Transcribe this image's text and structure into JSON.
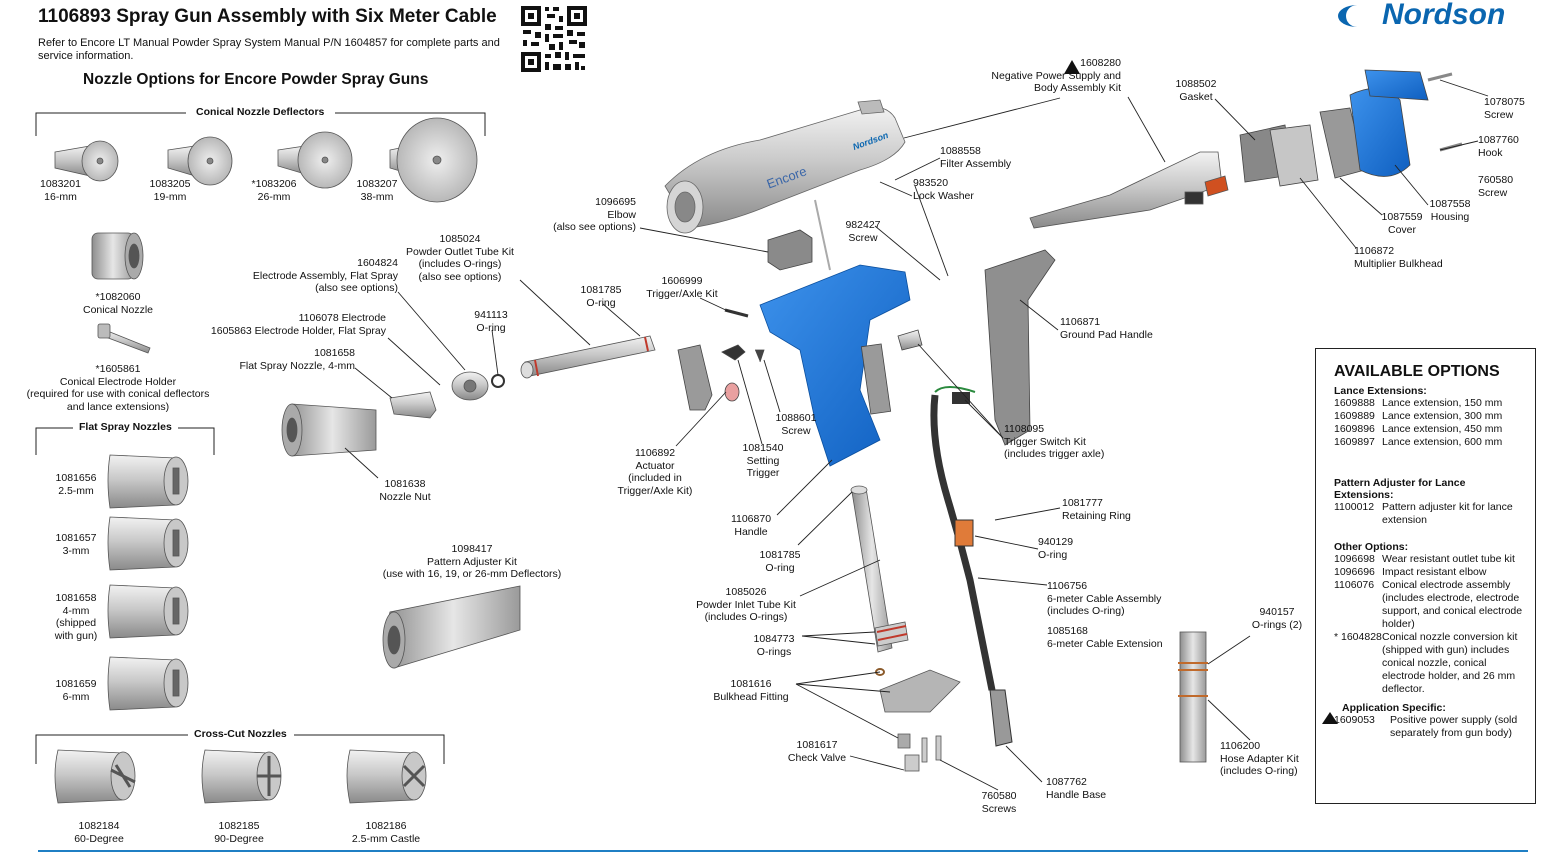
{
  "header": {
    "title": "1106893  Spray Gun Assembly with Six Meter Cable",
    "reference": "Refer to Encore LT Manual Powder Spray System  Manual P/N 1604857 for complete parts and service information.",
    "section_title": "Nozzle Options for Encore Powder Spray Guns",
    "logo_text": "Nordson",
    "brand_color": "#0a66b0",
    "accent_blue": "#1a78d6"
  },
  "groups": {
    "conical_deflectors": "Conical Nozzle Deflectors",
    "flat_spray": "Flat Spray Nozzles",
    "cross_cut": "Cross-Cut Nozzles"
  },
  "deflectors": [
    {
      "pn": "1083201",
      "desc": "16-mm"
    },
    {
      "pn": "1083205",
      "desc": "19-mm"
    },
    {
      "pn": "*1083206",
      "desc": "26-mm"
    },
    {
      "pn": "1083207",
      "desc": "38-mm"
    }
  ],
  "conical_nozzle": {
    "pn": "*1082060",
    "desc": "Conical Nozzle"
  },
  "conical_holder": {
    "pn": "*1605861",
    "desc": "Conical Electrode Holder",
    "note1": "(required for  use with conical deflectors",
    "note2": "and lance extensions)"
  },
  "flat_nozzles": [
    {
      "pn": "1081656",
      "desc": "2.5-mm"
    },
    {
      "pn": "1081657",
      "desc": "3-mm"
    },
    {
      "pn": "1081658",
      "desc": "4-mm",
      "note1": "(shipped",
      "note2": "with gun)"
    },
    {
      "pn": "1081659",
      "desc": "6-mm"
    }
  ],
  "cross_cut": [
    {
      "pn": "1082184",
      "desc": "60-Degree"
    },
    {
      "pn": "1082185",
      "desc": "90-Degree"
    },
    {
      "pn": "1082186",
      "desc": "2.5-mm Castle"
    }
  ],
  "callouts": {
    "elbow": [
      "1096695",
      "Elbow",
      "(also see options)"
    ],
    "powder_outlet": [
      "1085024",
      "Powder Outlet Tube Kit",
      "(includes O-rings)",
      "(also see options)"
    ],
    "electrode_flat": [
      "1604824",
      "Electrode Assembly, Flat Spray",
      "(also see options)"
    ],
    "electrode": [
      "1106078 Electrode",
      "1605863 Electrode Holder, Flat Spray"
    ],
    "flat_nozzle_4mm": [
      "1081658",
      "Flat Spray Nozzle, 4-mm"
    ],
    "oring_941113": [
      "941113",
      "O-ring"
    ],
    "oring_1081785_a": [
      "1081785",
      "O-ring"
    ],
    "trigger_axle": [
      "1606999",
      "Trigger/Axle Kit"
    ],
    "nozzle_nut": [
      "1081638",
      "Nozzle Nut"
    ],
    "pattern_adjuster": [
      "1098417",
      "Pattern Adjuster Kit",
      "(use with 16, 19, or 26-mm Deflectors)"
    ],
    "actuator": [
      "1106892",
      "Actuator",
      "(included in",
      "Trigger/Axle Kit)"
    ],
    "setting_trigger": [
      "1081540",
      "Setting",
      "Trigger"
    ],
    "screw_1088601": [
      "1088601",
      "Screw"
    ],
    "handle": [
      "1106870",
      "Handle"
    ],
    "oring_1081785_b": [
      "1081785",
      "O-ring"
    ],
    "powder_inlet": [
      "1085026",
      "Powder Inlet Tube Kit",
      "(includes O-rings)"
    ],
    "orings_1084773": [
      "1084773",
      "O-rings"
    ],
    "bulkhead_fitting": [
      "1081616",
      "Bulkhead Fitting"
    ],
    "check_valve": [
      "1081617",
      "Check Valve"
    ],
    "screws_760580": [
      "760580",
      "Screws"
    ],
    "handle_base": [
      "1087762",
      "Handle Base"
    ],
    "neg_power": [
      "1608280",
      "Negative Power Supply and",
      "Body Assembly Kit"
    ],
    "filter": [
      "1088558",
      "Filter Assembly"
    ],
    "lock_washer": [
      "983520",
      "Lock Washer"
    ],
    "screw_982427": [
      "982427",
      "Screw"
    ],
    "ground_pad": [
      "1106871",
      "Ground Pad Handle"
    ],
    "trigger_switch": [
      "1108095",
      "Trigger Switch Kit",
      "(includes trigger axle)"
    ],
    "retaining_ring": [
      "1081777",
      "Retaining Ring"
    ],
    "oring_940129": [
      "940129",
      "O-ring"
    ],
    "cable_assembly": [
      "1106756",
      "6-meter Cable Assembly",
      "(includes O-ring)"
    ],
    "cable_extension": [
      "1085168",
      "6-meter Cable Extension"
    ],
    "gasket": [
      "1088502",
      "Gasket"
    ],
    "screw_1078075": [
      "1078075",
      "Screw"
    ],
    "hook": [
      "1087760",
      "Hook"
    ],
    "screw_760580": [
      "760580",
      "Screw"
    ],
    "housing": [
      "1087558",
      "Housing"
    ],
    "cover": [
      "1087559",
      "Cover"
    ],
    "multiplier": [
      "1106872",
      "Multiplier Bulkhead"
    ],
    "orings_940157": [
      "940157",
      "O-rings (2)"
    ],
    "hose_adapter": [
      "1106200",
      "Hose Adapter Kit",
      "(includes O-ring)"
    ]
  },
  "gun_labels": {
    "body_brand": "Encore",
    "body_logo": "Nordson"
  },
  "options": {
    "heading": "AVAILABLE OPTIONS",
    "lance_title": "Lance Extensions:",
    "lance": [
      {
        "pn": "1609888",
        "desc": "Lance extension, 150 mm"
      },
      {
        "pn": "1609889",
        "desc": "Lance extension, 300 mm"
      },
      {
        "pn": "1609896",
        "desc": "Lance extension, 450 mm"
      },
      {
        "pn": "1609897",
        "desc": "Lance extension, 600 mm"
      }
    ],
    "pattern_title": "Pattern Adjuster for Lance Extensions:",
    "pattern": [
      {
        "pn": "1100012",
        "desc": "Pattern adjuster kit for lance extension"
      }
    ],
    "other_title": "Other Options:",
    "other": [
      {
        "pn": "1096698",
        "desc": "Wear resistant outlet tube kit"
      },
      {
        "pn": "1096696",
        "desc": "Impact resistant elbow"
      },
      {
        "pn": "1106076",
        "desc": "Conical electrode assembly (includes electrode, electrode support, and conical electrode holder)"
      },
      {
        "pn": "* 1604828",
        "desc": "Conical nozzle conversion kit (shipped with gun) includes conical nozzle, conical electrode holder, and 26 mm deflector."
      }
    ],
    "app_title": "Application Specific:",
    "app": [
      {
        "pn": "1609053",
        "desc": "Positive power supply (sold separately from gun body)"
      }
    ]
  }
}
